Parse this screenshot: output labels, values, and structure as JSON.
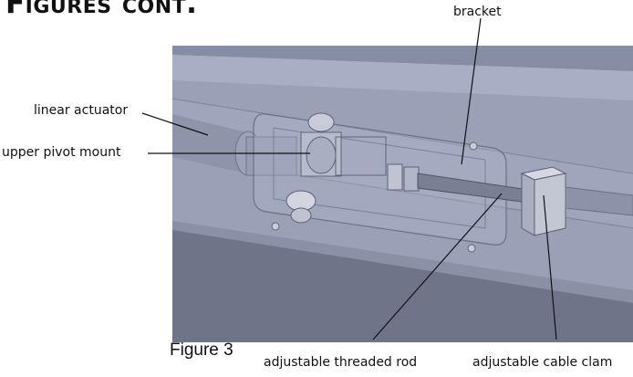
{
  "heading": "Figures cont.",
  "figure": {
    "caption": "Figure 3",
    "labels": {
      "bracket": "bracket",
      "linear_actuator": "linear actuator",
      "upper_pivot_mount": "upper pivot mount",
      "threaded_rod": "adjustable threaded rod",
      "cable_clamp": "adjustable cable clam"
    }
  },
  "colors": {
    "render_background": "#9aa0b6",
    "panel_top": "#7f869c",
    "panel_bottom": "#6d7287",
    "rail": "#a3a9bf",
    "leader_line": "#111111"
  }
}
